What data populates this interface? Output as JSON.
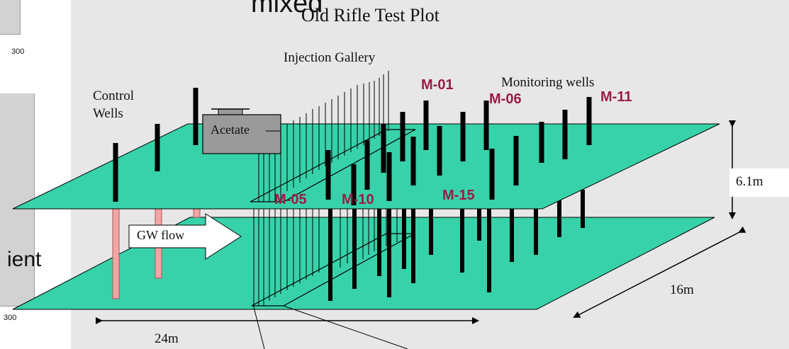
{
  "diagram": {
    "title": "Old Rifle Test Plot",
    "overlay_top": "mixed",
    "overlay_left": "ient",
    "axis_tick_top": "300",
    "axis_tick_bottom": "300",
    "labels": {
      "injection_gallery": "Injection Gallery",
      "control_wells": "Control\nWells",
      "control_line1": "Control",
      "control_line2": "Wells",
      "monitoring_wells": "Monitoring wells",
      "acetate": "Acetate",
      "gw_flow": "GW flow",
      "depth": "6.1m",
      "width": "16m",
      "length": "24m"
    },
    "well_labels": [
      "M-01",
      "M-06",
      "M-11",
      "M-05",
      "M-10",
      "M-15"
    ],
    "colors": {
      "plane": "#38d2aa",
      "well": "#000000",
      "control_casing": "#f2a5a5",
      "label": "#9b1c45",
      "tank": "#9a9a9a",
      "background": "#e7e7e7"
    }
  }
}
